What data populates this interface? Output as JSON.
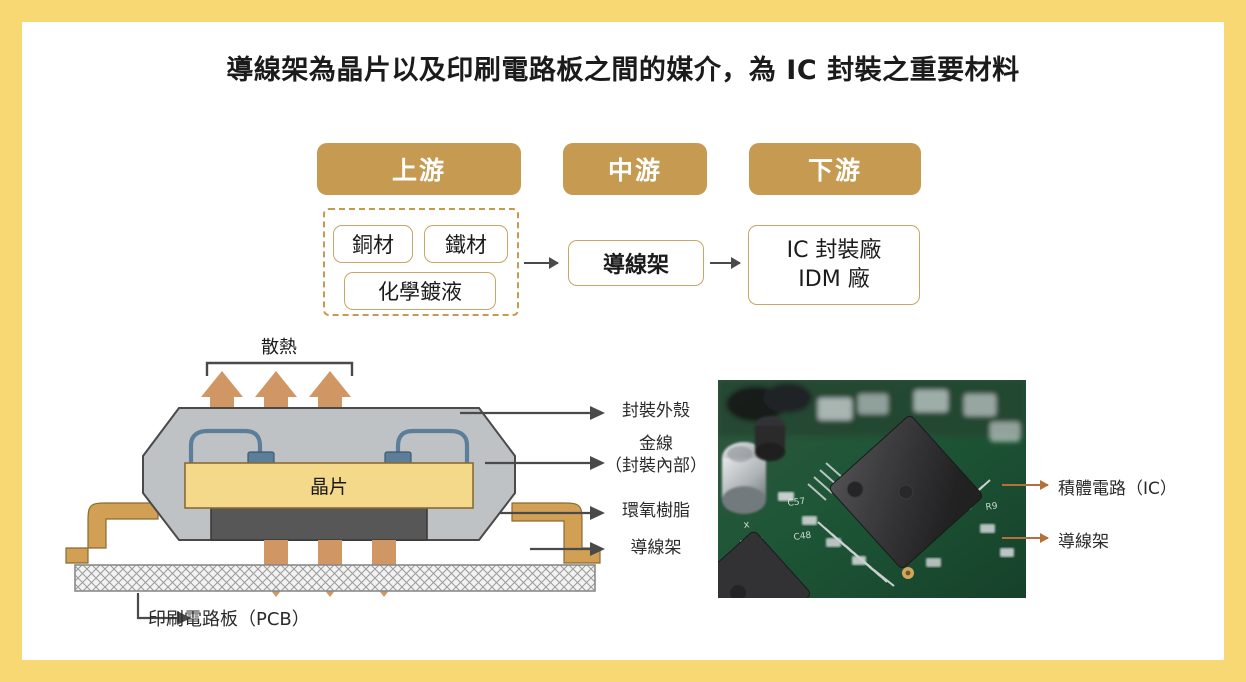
{
  "page": {
    "title": "導線架為晶片以及印刷電路板之間的媒介，為 IC 封裝之重要材料",
    "border_color": "#F7D872",
    "accent_color": "#C79A51",
    "arrow_color": "#4a4a4a",
    "photo_arrow_color": "#B5703A"
  },
  "supply_chain": {
    "stages": [
      {
        "key": "upstream",
        "label": "上游"
      },
      {
        "key": "midstream",
        "label": "中游"
      },
      {
        "key": "downstream",
        "label": "下游"
      }
    ],
    "upstream_items": [
      {
        "label": "銅材"
      },
      {
        "label": "鐵材"
      },
      {
        "label": "化學鍍液"
      }
    ],
    "midstream_item": {
      "label": "導線架"
    },
    "downstream_item": {
      "line1": "IC 封裝廠",
      "line2": "IDM 廠"
    }
  },
  "cross_section": {
    "heat_label": "散熱",
    "die_label": "晶片",
    "pcb_label": "印刷電路板（PCB）",
    "callouts": [
      {
        "key": "shell",
        "label": "封裝外殼"
      },
      {
        "key": "gold_wire",
        "line1": "金線",
        "line2": "（封裝內部）"
      },
      {
        "key": "epoxy",
        "label": "環氧樹脂"
      },
      {
        "key": "lead_frame",
        "label": "導線架"
      }
    ],
    "colors": {
      "package_body": "#BFC2C4",
      "die": "#F5D98A",
      "epoxy": "#575757",
      "lead_frame": "#D2A055",
      "gold_wire": "#5C7E99",
      "heat_arrow": "#D09764",
      "pcb": "#EFEFEF"
    }
  },
  "photo": {
    "caption_ic": "積體電路（IC）",
    "caption_lead_frame": "導線架"
  }
}
